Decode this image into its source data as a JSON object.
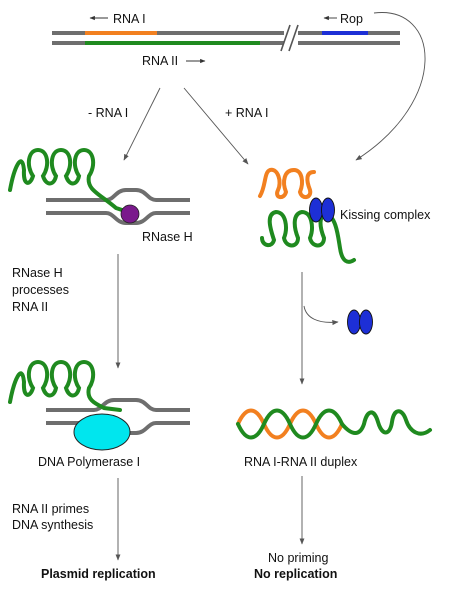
{
  "colors": {
    "dna": "#6e6e6e",
    "rna_i": "#f28020",
    "rna_ii": "#1f8a1f",
    "rop": "#1d2fd6",
    "rnase_h": "#7a1a8c",
    "dna_polymerase": "#00e6ee",
    "arrow": "#555555"
  },
  "labels": {
    "rna_i": "RNA I",
    "rop": "Rop",
    "rna_ii": "RNA II",
    "minus_rna_i": "- RNA I",
    "plus_rna_i": "+ RNA I",
    "rnase_h": "RNase H",
    "kissing_complex": "Kissing complex",
    "rnase_h_process_1": "RNase H",
    "rnase_h_process_2": "processes",
    "rnase_h_process_3": "RNA II",
    "dna_polymerase": "DNA Polymerase I",
    "duplex": "RNA I-RNA II duplex",
    "primes_1": "RNA II primes",
    "primes_2": "DNA synthesis",
    "no_priming": "No priming",
    "plasmid_replication": "Plasmid replication",
    "no_replication": "No replication"
  },
  "icons": {
    "left_arrow": "left-arrow-icon",
    "right_arrow": "right-arrow-icon"
  }
}
